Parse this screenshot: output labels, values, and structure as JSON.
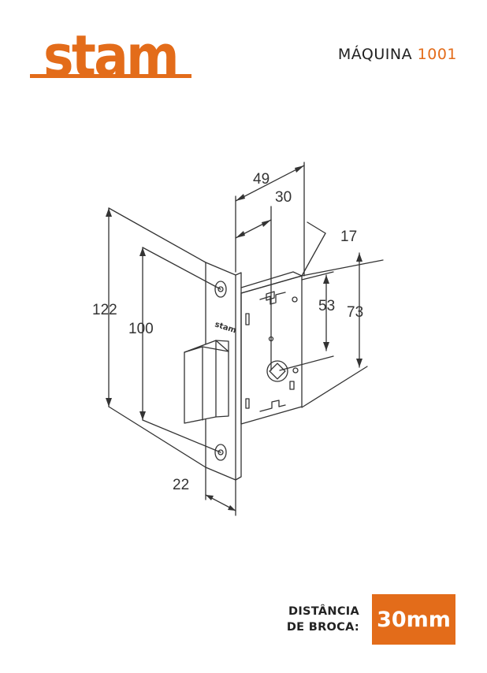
{
  "brand": {
    "logo_text": "stam",
    "color": "#e36c1a"
  },
  "header": {
    "model_label": "MÁQUINA",
    "model_number": "1001"
  },
  "dimensions": {
    "width_49": "49",
    "backset_30": "30",
    "depth_17": "17",
    "height_53": "53",
    "height_73": "73",
    "height_122": "122",
    "height_100": "100",
    "width_22": "22",
    "stamp_text": "stam"
  },
  "spec": {
    "label_line1": "DISTÂNCIA",
    "label_line2": "DE BROCA:",
    "value": "30mm"
  }
}
